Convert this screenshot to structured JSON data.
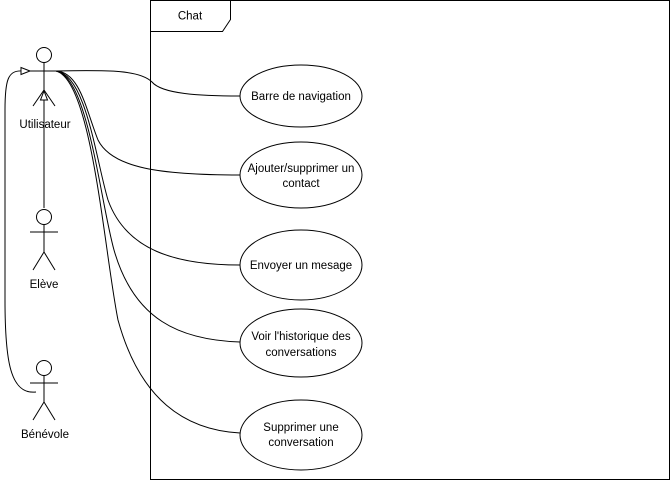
{
  "system": {
    "title": "Chat"
  },
  "actors": {
    "utilisateur": "Utilisateur",
    "eleve": "Elève",
    "benevole": "Bénévole"
  },
  "use_cases": [
    {
      "line1": "Barre de navigation",
      "line2": ""
    },
    {
      "line1": "Ajouter/supprimer un",
      "line2": "contact"
    },
    {
      "line1": "Envoyer un mesage",
      "line2": ""
    },
    {
      "line1": "Voir l'historique des",
      "line2": "conversations"
    },
    {
      "line1": "Supprimer une",
      "line2": "conversation"
    }
  ],
  "colors": {
    "stroke": "#000000",
    "fill": "#ffffff"
  }
}
